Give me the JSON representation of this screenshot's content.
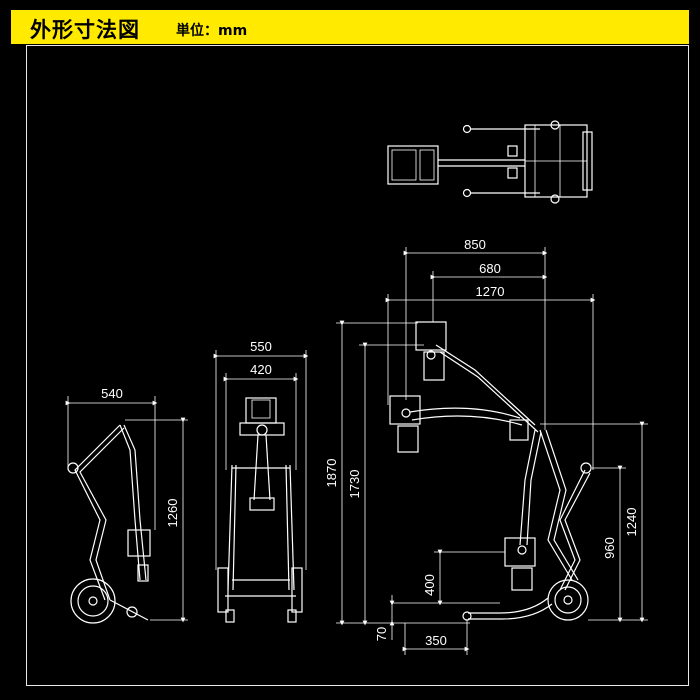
{
  "header": {
    "title": "外形寸法図",
    "unit_label": "単位：mm",
    "background_color": "#ffea00"
  },
  "dimensions": {
    "folded_side_width": "540",
    "folded_side_height": "1260",
    "front_outer_width": "550",
    "front_inner_width": "420",
    "side_850": "850",
    "side_680": "680",
    "side_1270": "1270",
    "side_1870": "1870",
    "side_1730": "1730",
    "side_400": "400",
    "side_70": "70",
    "side_350": "350",
    "side_960": "960",
    "side_1240": "1240"
  }
}
